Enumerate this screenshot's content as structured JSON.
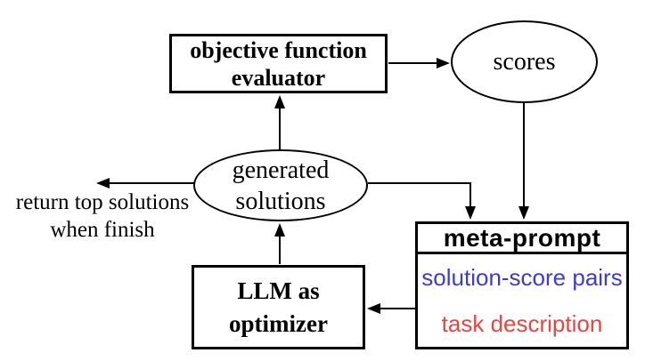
{
  "nodes": {
    "evaluator": {
      "line1": "objective function",
      "line2": "evaluator"
    },
    "scores": {
      "label": "scores"
    },
    "generated_solutions": {
      "line1": "generated",
      "line2": "solutions"
    },
    "llm_optimizer": {
      "line1": "LLM as",
      "line2": "optimizer"
    },
    "meta_prompt": {
      "title": "meta-prompt",
      "items": [
        {
          "label": "solution-score pairs",
          "color": "#3c3bd3"
        },
        {
          "label": "task description",
          "color": "#e9453f"
        }
      ]
    },
    "return_note": {
      "line1": "return top solutions",
      "line2": "when finish"
    }
  },
  "colors": {
    "line": "#000000",
    "node_fill": "#ffffff",
    "background": "#ffffff",
    "text": "#000000"
  }
}
